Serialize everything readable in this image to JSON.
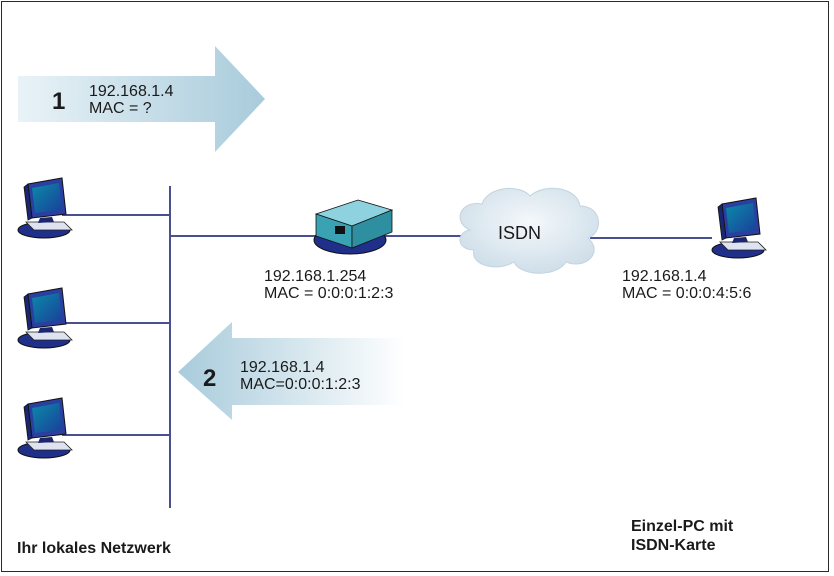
{
  "step1": {
    "number": "1",
    "ip": "192.168.1.4",
    "mac": "MAC = ?"
  },
  "step2": {
    "number": "2",
    "ip": "192.168.1.4",
    "mac": "MAC=0:0:0:1:2:3"
  },
  "router": {
    "ip": "192.168.1.254",
    "mac": "MAC = 0:0:0:1:2:3"
  },
  "cloud": {
    "label": "ISDN"
  },
  "remote_pc": {
    "ip": "192.168.1.4",
    "mac": "MAC = 0:0:0:4:5:6"
  },
  "captions": {
    "lan": "Ihr lokales Netzwerk",
    "remote_line1": "Einzel-PC mit",
    "remote_line2": "ISDN-Karte"
  },
  "colors": {
    "line": "#4a4f8f",
    "arrow": "#c9dfe9",
    "pc_blue": "#2a3fa0",
    "router": "#3aa3b3",
    "cloud": "#e3edf3"
  }
}
